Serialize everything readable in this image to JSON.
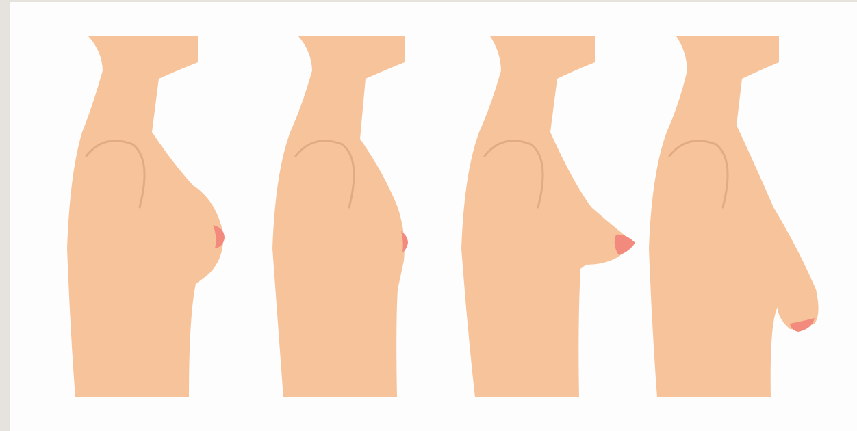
{
  "illustration": {
    "colors": {
      "background": "#fdfdfd",
      "frame": "#e6e2dd",
      "skin": "#f7c39b",
      "armpit_crease": "#d9a37c",
      "nipple": "#f28b7e"
    },
    "figures": [
      {
        "id": "torso-profile-1",
        "shape": "rounded"
      },
      {
        "id": "torso-profile-2",
        "shape": "flat"
      },
      {
        "id": "torso-profile-3",
        "shape": "conical"
      },
      {
        "id": "torso-profile-4",
        "shape": "sagging"
      }
    ]
  }
}
